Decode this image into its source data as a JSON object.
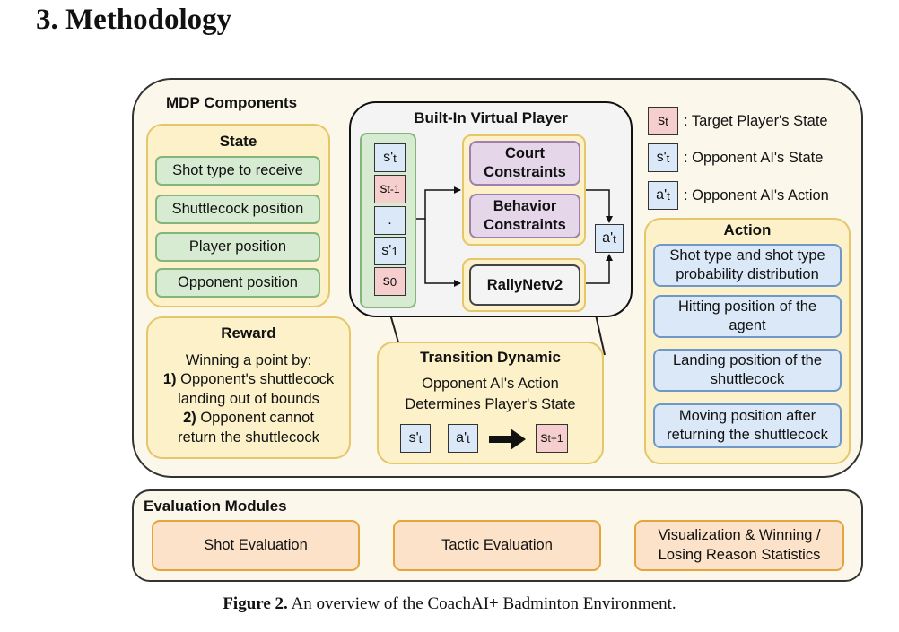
{
  "section_heading": "3. Methodology",
  "mdp": {
    "title": "MDP Components",
    "state": {
      "title": "State",
      "items": [
        "Shot type to receive",
        "Shuttlecock position",
        "Player position",
        "Opponent position"
      ]
    },
    "reward": {
      "title": "Reward",
      "intro": "Winning a point by:",
      "item1_num": "1)",
      "item1_line1": "Opponent's shuttlecock",
      "item1_line2": "landing out of bounds",
      "item2_num": "2)",
      "item2_line1": "Opponent cannot",
      "item2_line2": "return the shuttlecock"
    },
    "virtual_player": {
      "title": "Built-In Virtual Player",
      "stack": [
        {
          "base": "s'",
          "sub": "t",
          "color": "blue"
        },
        {
          "base": "s",
          "sub": "t-1",
          "color": "pink"
        },
        {
          "base": ".",
          "sub": "",
          "color": "blue"
        },
        {
          "base": "s'",
          "sub": "1",
          "color": "blue"
        },
        {
          "base": "s",
          "sub": "0",
          "color": "pink"
        }
      ],
      "court_label": "Court Constraints",
      "behavior_label": "Behavior Constraints",
      "rallynet_label": "RallyNetv2",
      "output_base": "a'",
      "output_sub": "t"
    },
    "transition": {
      "title": "Transition Dynamic",
      "line1": "Opponent AI's Action",
      "line2": "Determines Player's State",
      "in1_base": "s'",
      "in1_sub": "t",
      "in2_base": "a'",
      "in2_sub": "t",
      "out_base": "s",
      "out_sub": "t+1"
    },
    "legend": [
      {
        "base": "s",
        "sub": "t",
        "label": ": Target Player's State",
        "color": "pink"
      },
      {
        "base": "s'",
        "sub": "t",
        "label": ": Opponent AI's State",
        "color": "blue"
      },
      {
        "base": "a'",
        "sub": "t",
        "label": ": Opponent AI's Action",
        "color": "blue"
      }
    ],
    "action": {
      "title": "Action",
      "items": [
        {
          "line1": "Shot type and shot type",
          "line2": "probability distribution"
        },
        {
          "line1": "Hitting position of the",
          "line2": "agent"
        },
        {
          "line1": "Landing position of the",
          "line2": "shuttlecock"
        },
        {
          "line1": "Moving position after",
          "line2": "returning the shuttlecock"
        }
      ]
    }
  },
  "evaluation": {
    "title": "Evaluation Modules",
    "shot": "Shot Evaluation",
    "tactic": "Tactic Evaluation",
    "viz_line1": "Visualization & Winning /",
    "viz_line2": "Losing Reason Statistics"
  },
  "caption": {
    "label": "Figure 2.",
    "text": " An overview of the CoachAI+ Badminton Environment."
  },
  "colors": {
    "panel_bg": "#fbf7ea",
    "yellow": "#fcf1c8",
    "green": "#d7ebd3",
    "blue": "#dbe8f8",
    "purple": "#e5d6ea",
    "orange": "#fbe2c8",
    "pink": "#f6cece"
  }
}
